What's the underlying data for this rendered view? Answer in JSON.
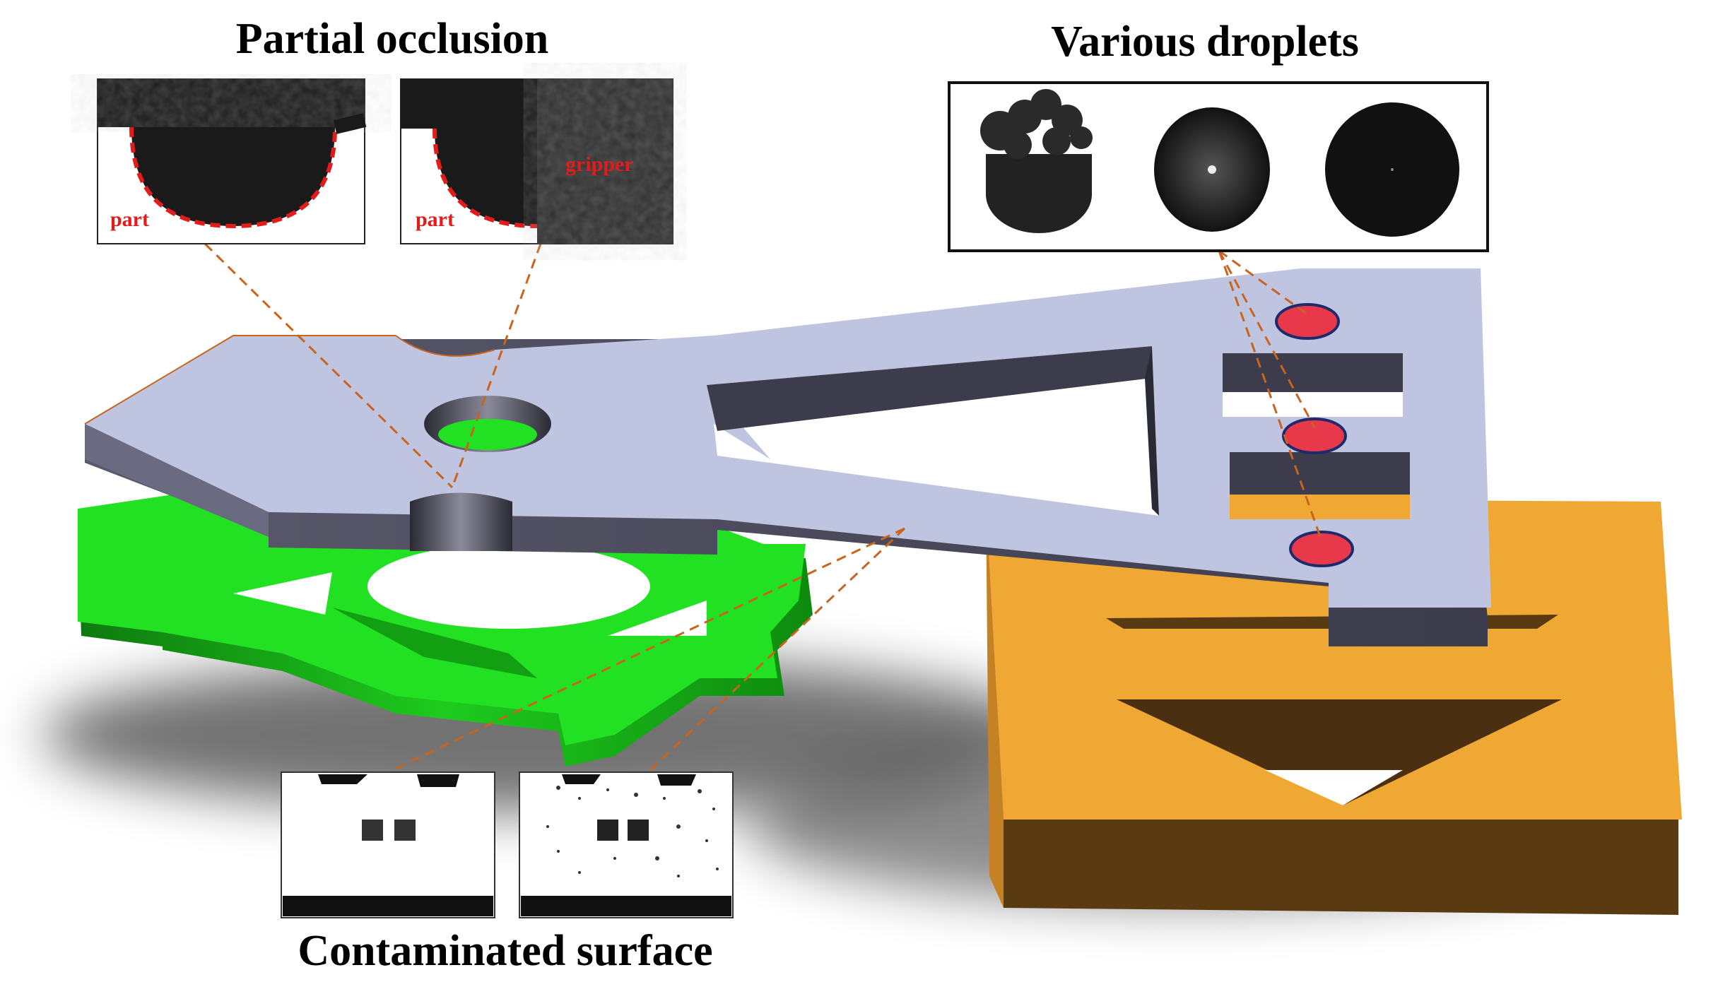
{
  "figure": {
    "captions": {
      "partial_occlusion": "Partial occlusion",
      "various_droplets": "Various droplets",
      "contaminated_surface": "Contaminated surface"
    },
    "inset_labels": {
      "part_1": "part",
      "part_2": "part",
      "gripper": "gripper"
    },
    "colors": {
      "gripper_top": "#bfc4e0",
      "gripper_side": "#4a4a5c",
      "green_part": "#22e022",
      "green_part_dark": "#129012",
      "orange_base": "#f0a834",
      "orange_base_dark": "#5a3a10",
      "droplet_red": "#e8394a",
      "droplet_outline": "#1e2a6a",
      "leader_line": "#c8641e",
      "label_red": "#e21b1b"
    }
  }
}
